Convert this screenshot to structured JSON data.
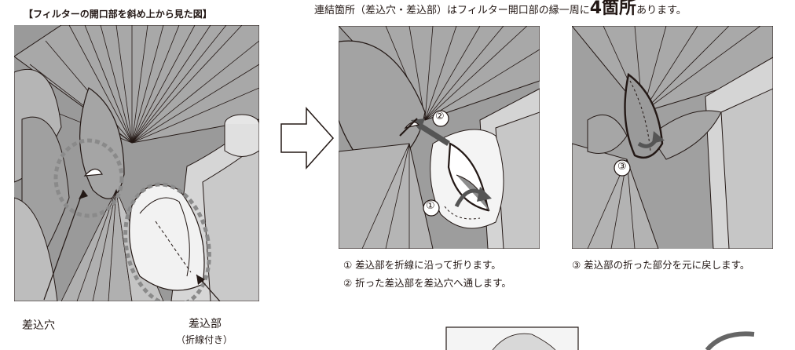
{
  "header": {
    "top_text_before": "連結箇所（差込穴・差込部）はフィルター開口部の縁一周に",
    "top_text_emphasis": "4箇所",
    "top_text_after": "あります。",
    "left_title": "【フィルターの開口部を斜め上から見た図】"
  },
  "labels": {
    "insert_hole": "差込穴",
    "insert_part": "差込部",
    "insert_part_note": "（折線付き）"
  },
  "steps": {
    "markers": [
      "①",
      "②",
      "③"
    ],
    "step1": "① 差込部を折線に沿って折ります。",
    "step2": "② 折った差込部を差込穴へ通します。",
    "step3": "③ 差込部の折った部分を元に戻します。"
  },
  "colors": {
    "dark_gray": "#8a8a8a",
    "mid_gray": "#b3b3b3",
    "light_gray": "#d0d0d0",
    "pale": "#e8e8e8",
    "outline": "#231815",
    "arrow_fill": "#555555"
  }
}
